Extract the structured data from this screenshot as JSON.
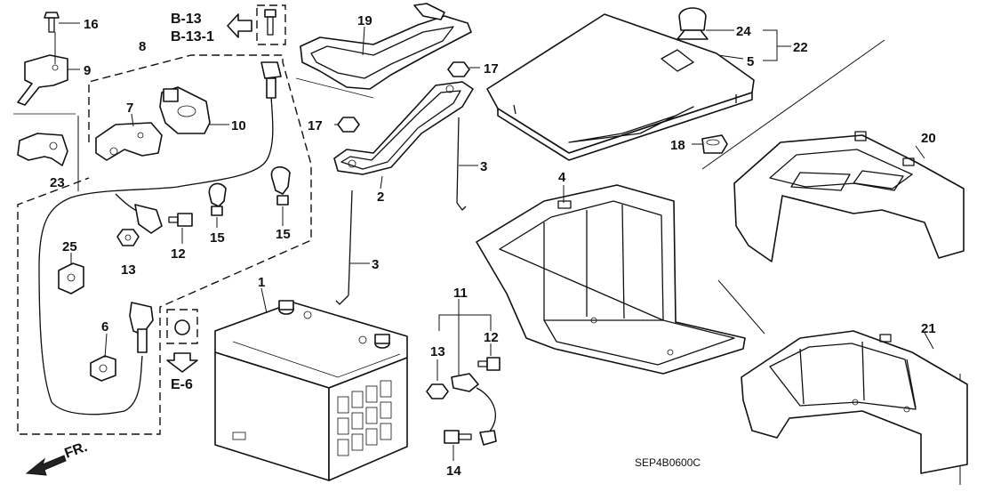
{
  "diagram": {
    "references": {
      "b13": "B-13",
      "b13_1": "B-13-1",
      "e6": "E-6",
      "front": "FR."
    },
    "code": "SEP4B0600C",
    "callouts": {
      "c1": "1",
      "c2": "2",
      "c3a": "3",
      "c3b": "3",
      "c4": "4",
      "c5": "5",
      "c6": "6",
      "c7": "7",
      "c8": "8",
      "c9": "9",
      "c10": "10",
      "c11": "11",
      "c12a": "12",
      "c12b": "12",
      "c13a": "13",
      "c13b": "13",
      "c14": "14",
      "c15a": "15",
      "c15b": "15",
      "c16": "16",
      "c17a": "17",
      "c17b": "17",
      "c18": "18",
      "c19": "19",
      "c20": "20",
      "c21": "21",
      "c22": "22",
      "c23": "23",
      "c24": "24",
      "c25": "25"
    },
    "parts": [
      "battery",
      "battery-tray",
      "battery-box-cover",
      "battery-box",
      "battery-box-lower",
      "battery-setting-plate",
      "battery-rods",
      "battery-ground-cable",
      "starter-cable-harness",
      "terminal-cover",
      "clip-bracket",
      "bolt",
      "nut",
      "cable-clip",
      "grommet",
      "tray-bracket"
    ]
  }
}
